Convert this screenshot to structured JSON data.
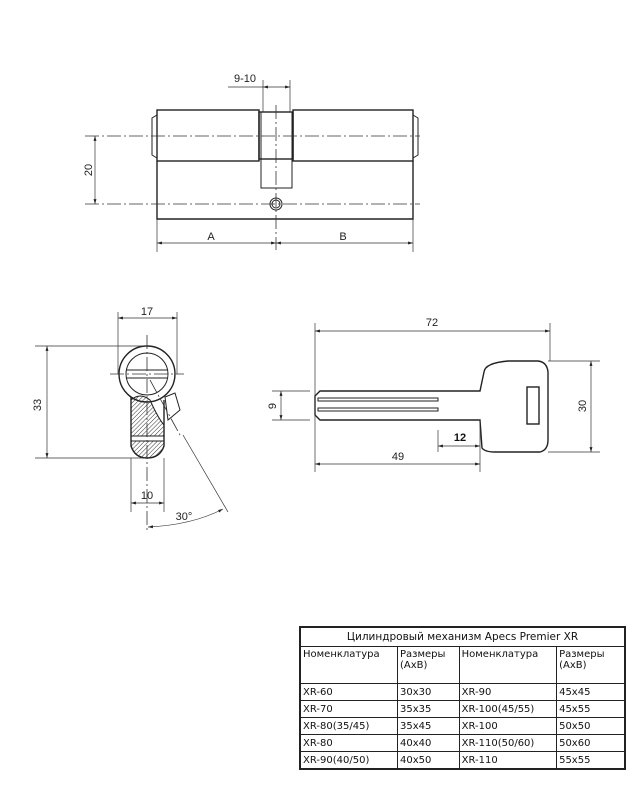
{
  "top_view": {
    "dim_slot": "9-10",
    "dim_axis": "20",
    "dim_a": "A",
    "dim_b": "B"
  },
  "side_view": {
    "dim_width": "17",
    "dim_height": "33",
    "dim_cam": "10",
    "dim_angle": "30°"
  },
  "key_view": {
    "dim_length": "72",
    "dim_blade_width": "9",
    "dim_head_height": "30",
    "dim_blade_length": "49",
    "dim_shoulder": "12"
  },
  "table": {
    "title": "Цилиндровый механизм Apecs Premier XR",
    "headers": [
      "Номенклатура",
      "Размеры (AxB)",
      "Номенклатура",
      "Размеры (AxB)"
    ],
    "rows": [
      [
        "XR-60",
        "30x30",
        "XR-90",
        "45x45"
      ],
      [
        "XR-70",
        "35x35",
        "XR-100(45/55)",
        "45x55"
      ],
      [
        "XR-80(35/45)",
        "35x45",
        "XR-100",
        "50x50"
      ],
      [
        "XR-80",
        "40x40",
        "XR-110(50/60)",
        "50x60"
      ],
      [
        "XR-90(40/50)",
        "40x50",
        "XR-110",
        "55x55"
      ]
    ]
  }
}
